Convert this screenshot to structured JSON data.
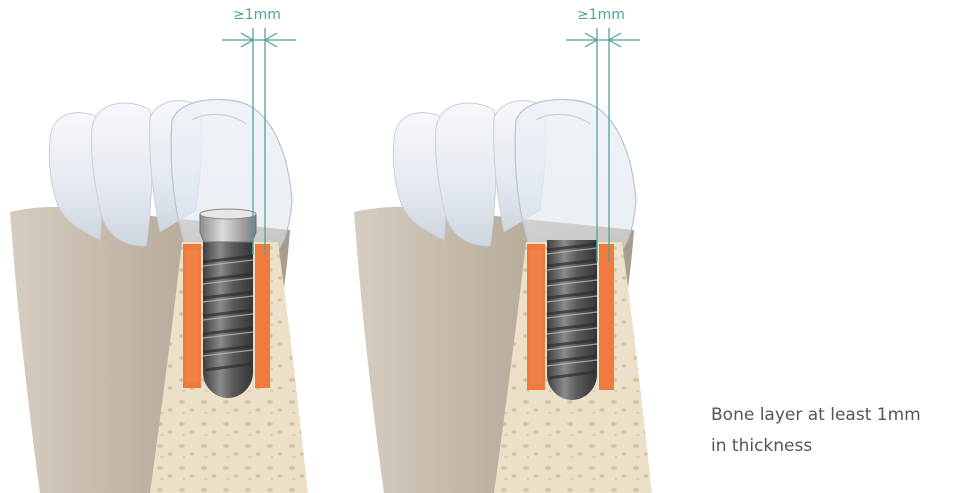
{
  "figures": [
    {
      "dimension_label": "≥1mm",
      "implant_type": "conical-neck"
    },
    {
      "dimension_label": "≥1mm",
      "implant_type": "cylindrical"
    }
  ],
  "caption": {
    "line1": "Bone layer at least 1mm",
    "line2": "in thickness"
  },
  "colors": {
    "dimension": "#4fa39a",
    "bone_layer": "#ee7a3d",
    "bone": "#ede0c8",
    "gum": "#c3b7a8",
    "implant": "#5c5c5c",
    "tooth": "#e6eaf1",
    "caption_text": "#555555"
  }
}
